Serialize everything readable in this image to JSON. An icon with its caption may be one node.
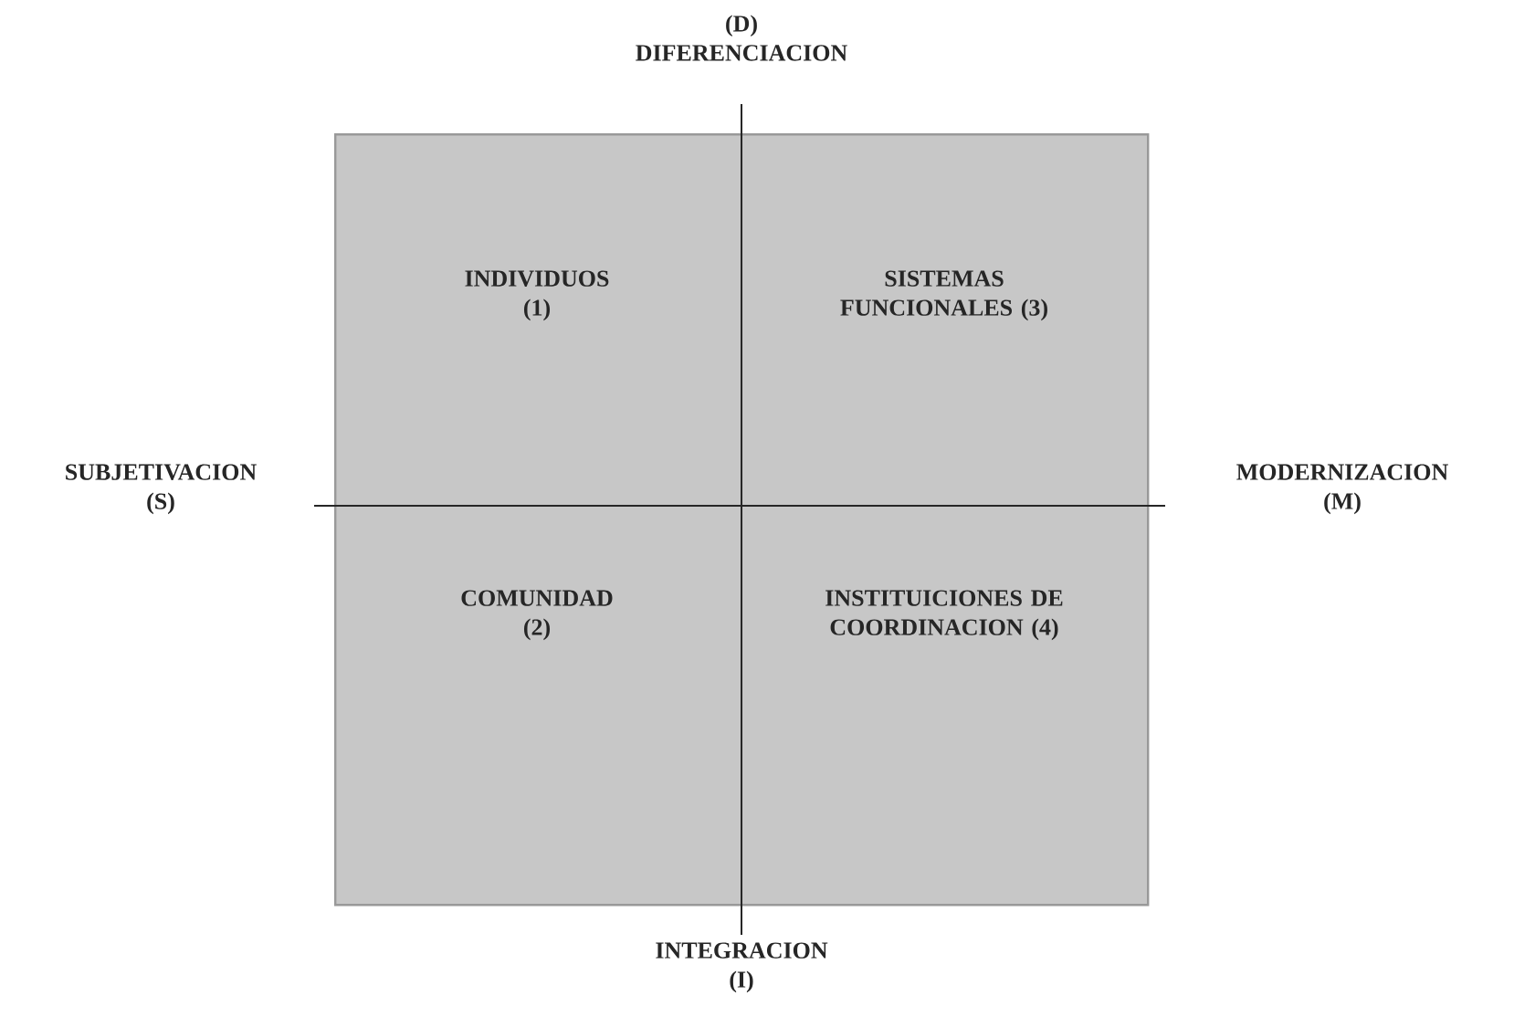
{
  "diagram": {
    "nodes": [
      {
        "text": [
          "INDIVIDUOS (1)",
          "SISTEMAS FUNCIONALES (3)",
          "COMUNIDAD (2)",
          "INSTITUICIONES DE COORDINACION (4)"
        ]
      }
    ],
    "labels": [
      "(D) DIFERENCIACION",
      "SUBJETIVACION (S)",
      "MODERNIZACION (M)",
      "INTEGRACION (I)"
    ]
  }
}
